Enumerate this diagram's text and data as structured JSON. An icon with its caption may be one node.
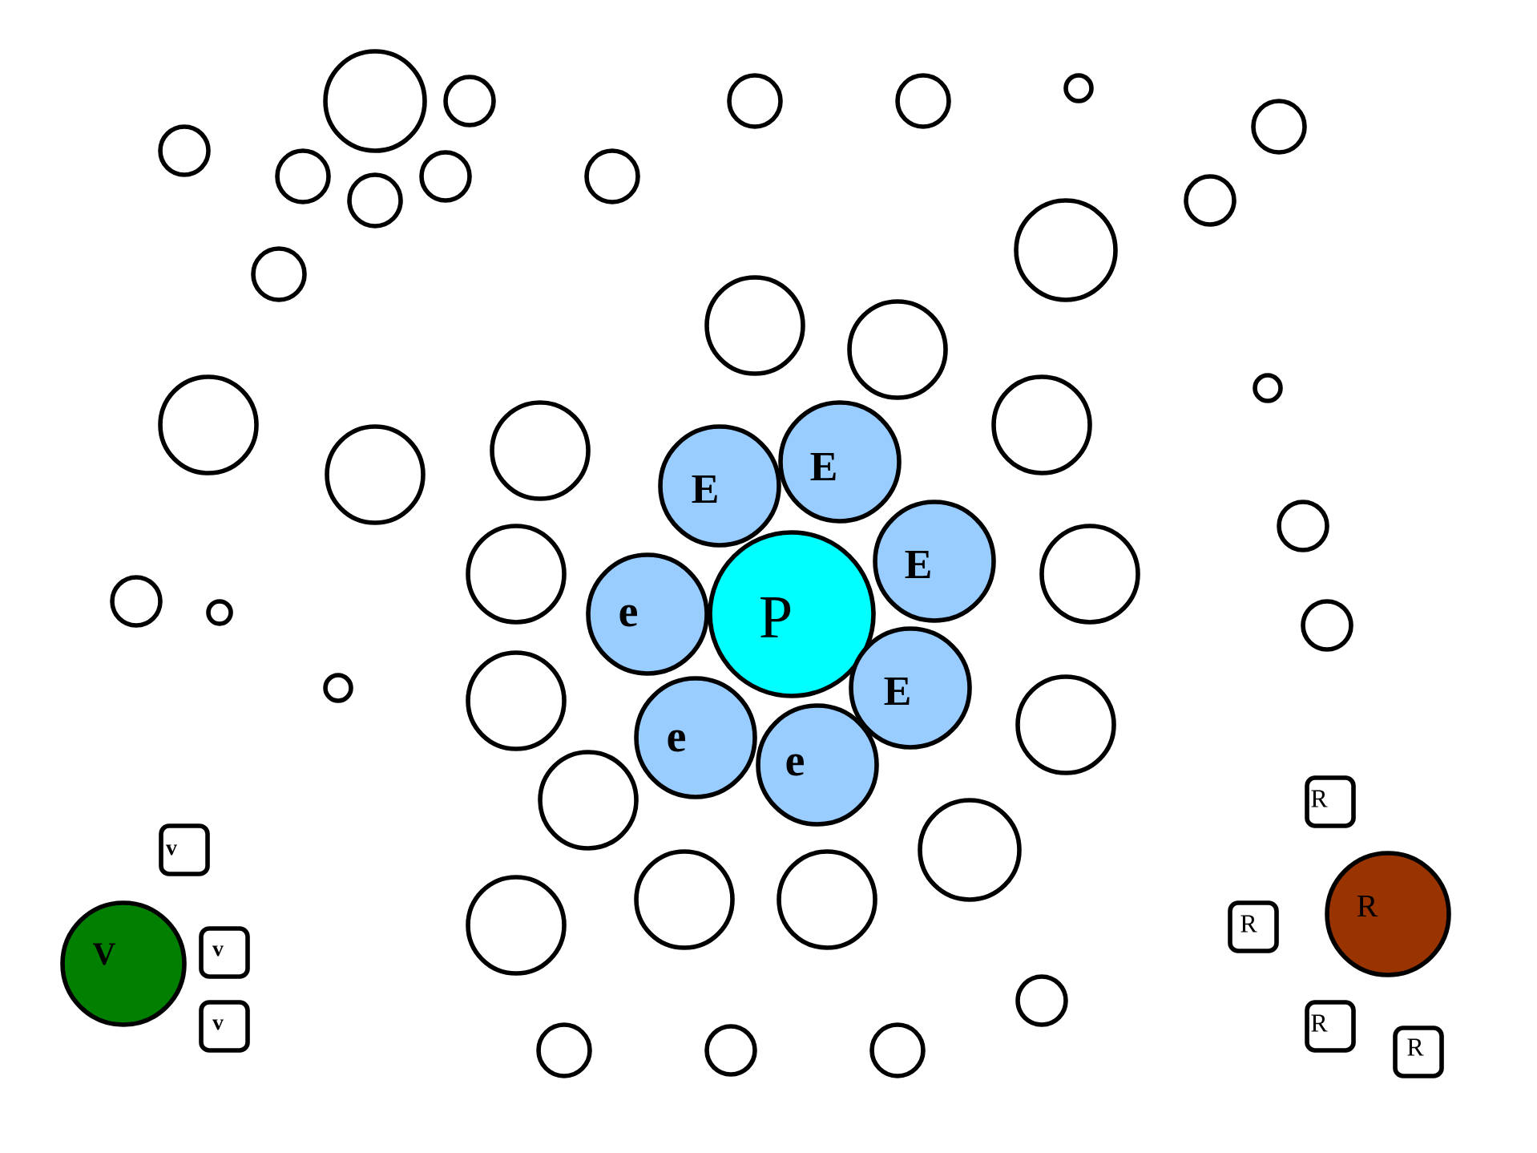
{
  "diagram": {
    "nodes": [
      {
        "text": [],
        "shape": "circle"
      },
      {
        "text": [],
        "shape": "circle"
      },
      {
        "text": [],
        "shape": "circle"
      },
      {
        "text": [],
        "shape": "circle"
      },
      {
        "text": [],
        "shape": "circle"
      },
      {
        "text": [],
        "shape": "circle"
      },
      {
        "text": [],
        "shape": "circle"
      },
      {
        "text": [],
        "shape": "circle"
      },
      {
        "text": [],
        "shape": "circle"
      },
      {
        "text": [],
        "shape": "circle"
      },
      {
        "text": [],
        "shape": "circle"
      },
      {
        "text": [],
        "shape": "circle"
      },
      {
        "text": [],
        "shape": "circle"
      },
      {
        "text": [],
        "shape": "circle"
      },
      {
        "text": [],
        "shape": "circle"
      },
      {
        "text": [],
        "shape": "circle"
      },
      {
        "text": [],
        "shape": "circle"
      },
      {
        "text": [],
        "shape": "circle"
      },
      {
        "text": [],
        "shape": "circle"
      },
      {
        "text": [],
        "shape": "circle"
      },
      {
        "text": [
          "E"
        ]
      },
      {
        "text": [],
        "shape": "circle"
      },
      {
        "text": [
          "E"
        ]
      },
      {
        "text": [],
        "shape": "circle"
      },
      {
        "text": [
          "E"
        ]
      },
      {
        "text": [],
        "shape": "circle"
      },
      {
        "text": [],
        "shape": "circle"
      },
      {
        "text": [],
        "shape": "circle"
      },
      {
        "text": [],
        "shape": "circle"
      },
      {
        "text": [
          "e"
        ]
      },
      {
        "text": [
          "P"
        ]
      },
      {
        "text": [],
        "shape": "circle"
      },
      {
        "text": [],
        "shape": "circle"
      },
      {
        "text": [
          "E"
        ]
      },
      {
        "text": [],
        "shape": "circle"
      },
      {
        "text": [],
        "shape": "circle"
      },
      {
        "text": [
          "e"
        ]
      },
      {
        "text": [
          "e"
        ]
      },
      {
        "text": [],
        "shape": "circle"
      },
      {
        "text": [
          "R"
        ]
      },
      {
        "text": [
          "v"
        ]
      },
      {
        "text": [],
        "shape": "circle"
      },
      {
        "text": [],
        "shape": "circle"
      },
      {
        "text": [],
        "shape": "circle"
      },
      {
        "text": [
          "R"
        ]
      },
      {
        "text": [],
        "shape": "circle"
      },
      {
        "text": [
          "R"
        ]
      },
      {
        "text": [
          "v"
        ]
      },
      {
        "text": [
          "V"
        ]
      },
      {
        "text": [],
        "shape": "circle"
      },
      {
        "text": [
          "v"
        ]
      },
      {
        "text": [
          "R"
        ]
      },
      {
        "text": [],
        "shape": "circle"
      },
      {
        "text": [],
        "shape": "circle"
      },
      {
        "text": [],
        "shape": "circle"
      },
      {
        "text": [
          "R"
        ]
      }
    ]
  }
}
